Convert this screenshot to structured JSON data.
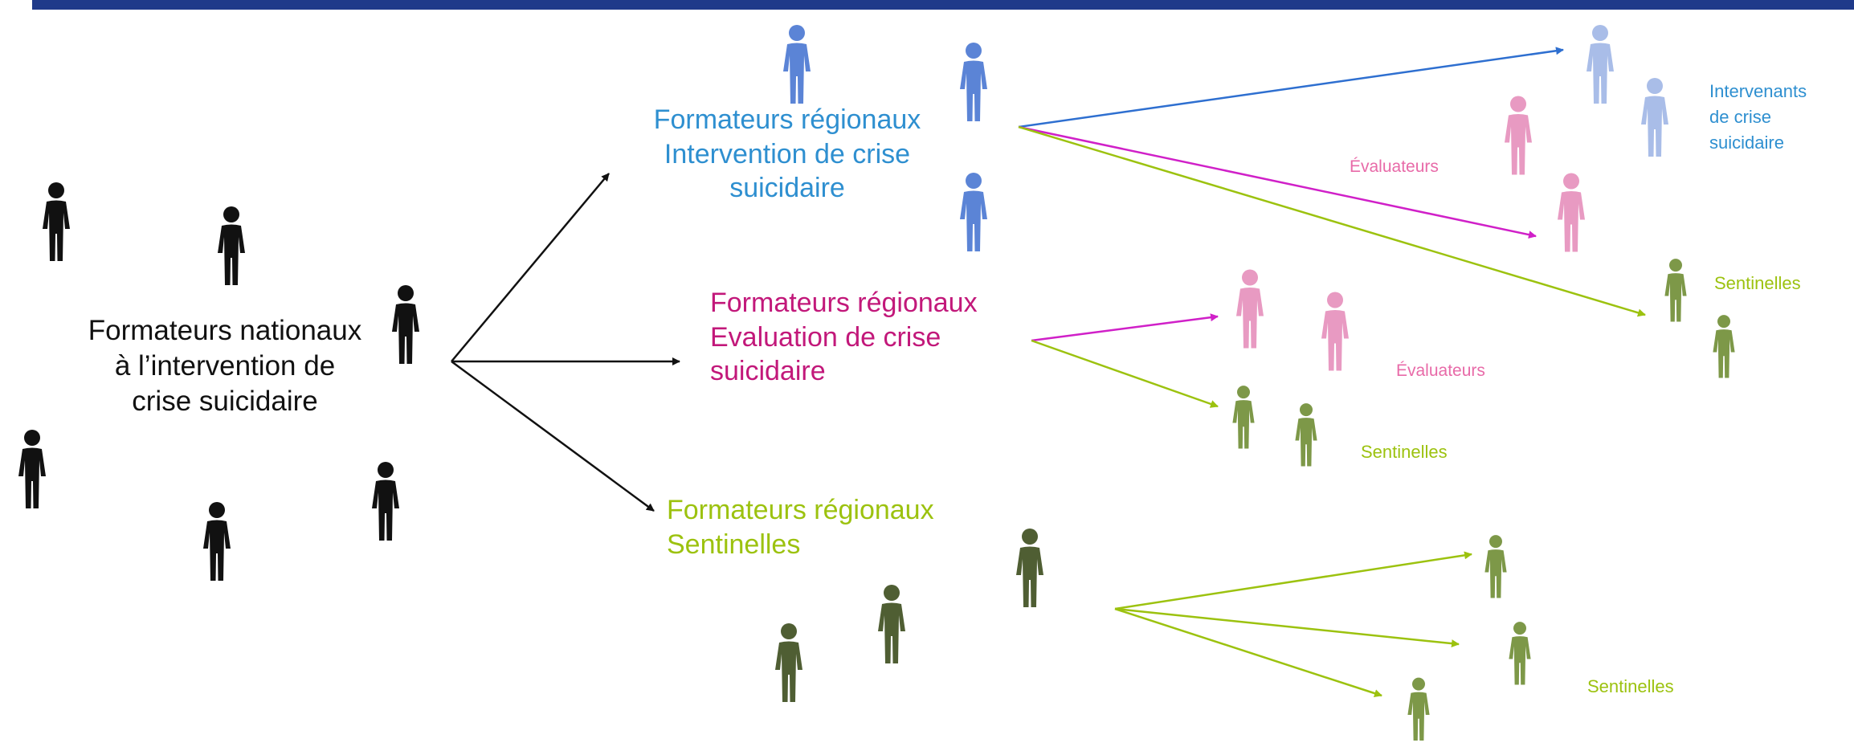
{
  "groups": {
    "national": {
      "line1": "Formateurs nationaux",
      "line2": "à l’intervention de",
      "line3": "crise suicidaire"
    },
    "regional_intervention": {
      "line1": "Formateurs régionaux",
      "line2": "Intervention de crise",
      "line3": "suicidaire"
    },
    "regional_evaluation": {
      "line1": "Formateurs régionaux",
      "line2": "Evaluation de crise",
      "line3": "suicidaire"
    },
    "regional_sentinelles": {
      "line1": "Formateurs régionaux",
      "line2": "Sentinelles"
    }
  },
  "outcomes": {
    "intervenants": {
      "line1": "Intervenants",
      "line2": "de crise",
      "line3": "suicidaire"
    },
    "evaluateurs_top": "Évaluateurs",
    "sentinelles_top": "Sentinelles",
    "evaluateurs_mid": "Évaluateurs",
    "sentinelles_mid": "Sentinelles",
    "sentinelles_bottom": "Sentinelles"
  },
  "colors": {
    "header_bar": "#1f3a8a",
    "national": "#111111",
    "intervention": "#2e8fd0",
    "intervention_figure": "#5b84d6",
    "intervenant_figure": "#a9bde8",
    "evaluation": "#c2187a",
    "evaluation_figure": "#e89ac2",
    "sentinelles": "#9cc20f",
    "sentinelle_figure_dark": "#4f5e33",
    "sentinelle_figure_light": "#7d9848"
  }
}
